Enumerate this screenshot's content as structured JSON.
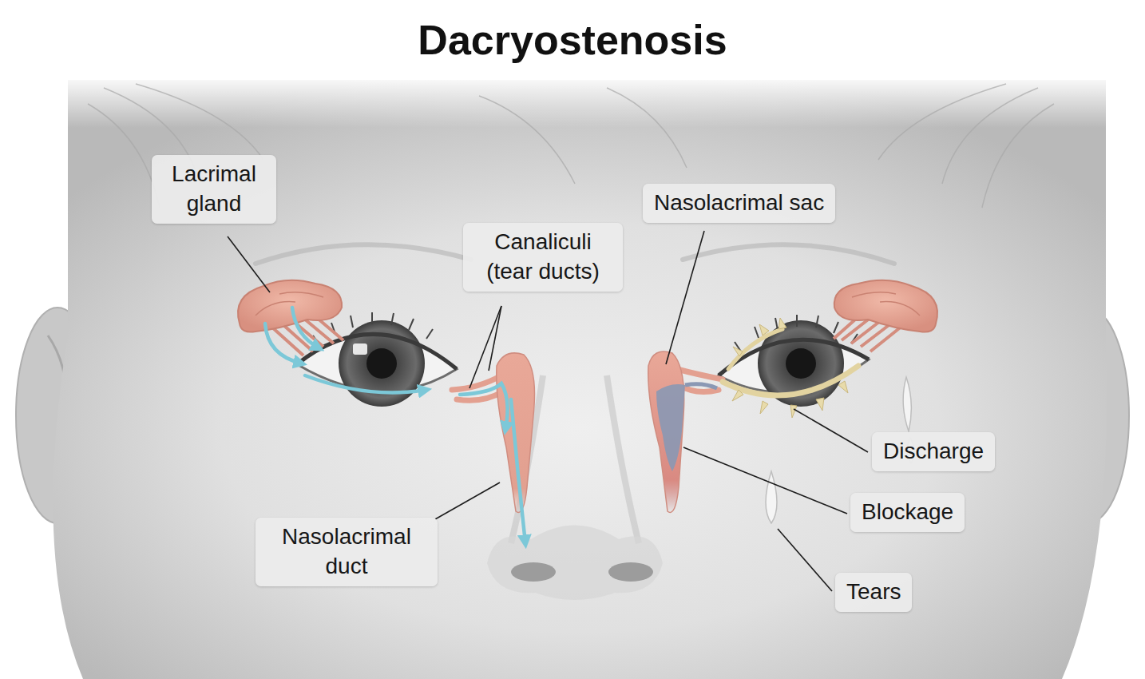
{
  "diagram": {
    "title": "Dacryostenosis",
    "nodes": [
      {
        "text": [
          "Lacrimal gland"
        ]
      },
      {
        "text": [
          "Canaliculi (tear ducts)"
        ]
      },
      {
        "text": [
          "Nasolacrimal sac"
        ]
      },
      {
        "text": [
          "Nasolacrimal duct"
        ]
      },
      {
        "text": [
          "Discharge"
        ]
      },
      {
        "text": [
          "Blockage"
        ]
      },
      {
        "text": [
          "Tears"
        ]
      }
    ]
  }
}
